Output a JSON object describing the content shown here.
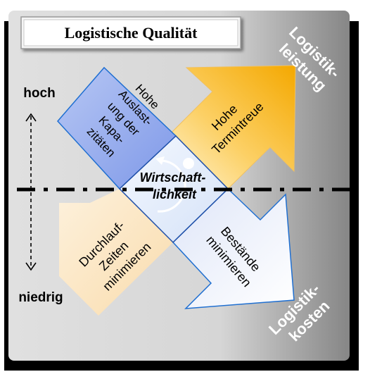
{
  "title": "Logistische Qualität",
  "axis": {
    "high_label": "hoch",
    "low_label": "niedrig"
  },
  "corner_labels": {
    "performance": [
      "Logistik-",
      "leistung"
    ],
    "costs": [
      "Logistik-",
      "kosten"
    ]
  },
  "arrows": {
    "utilization": [
      "Hohe",
      "Auslast-",
      "ung der",
      "Kapa-",
      "zitäten"
    ],
    "delivery": [
      "Hohe",
      "Termintreue"
    ],
    "throughput": [
      "Durchlauf-",
      "Zeiten",
      "minimieren"
    ],
    "inventory": [
      "Bestände",
      "minimieren"
    ]
  },
  "center_label": [
    "Wirtschaft-",
    "lichkeit"
  ],
  "colors": {
    "background_left": "#e2e2e2",
    "background_right": "#8c8c8c",
    "utilization_fill": "#8fa8ee",
    "delivery_fill": "#f9b71a",
    "throughput_fill": "#fce3b8",
    "inventory_fill": "#e8ecfa",
    "outline": "#1f6fd1",
    "dashed_line": "#000000"
  }
}
